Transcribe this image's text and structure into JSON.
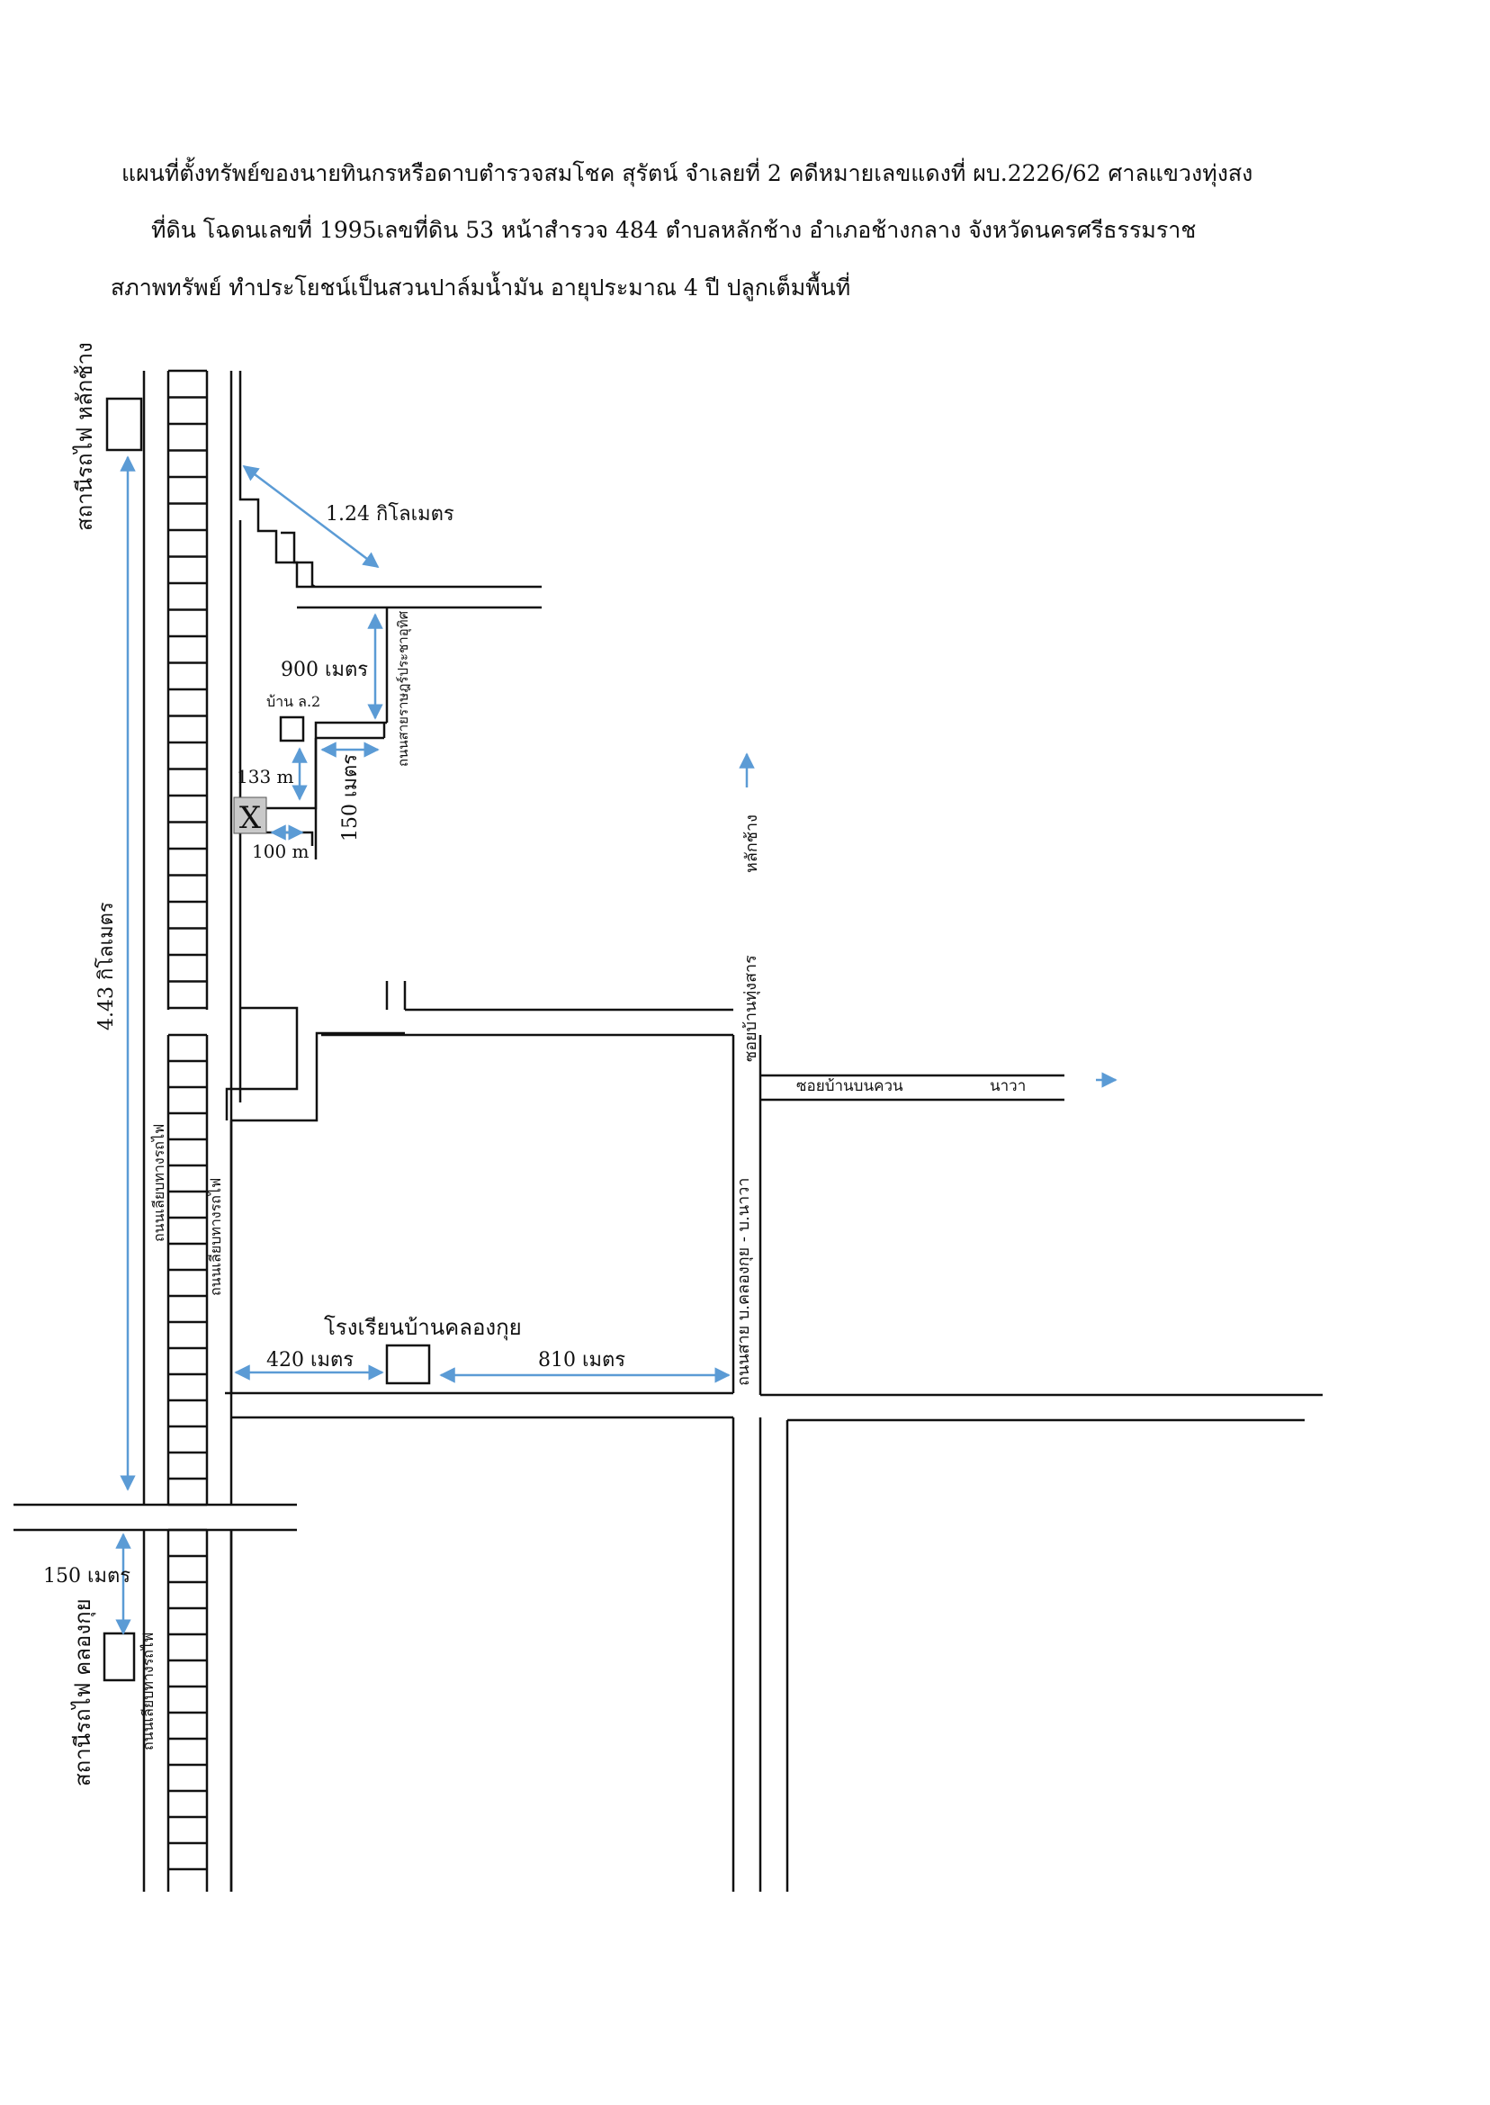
{
  "header": {
    "line1": "แผนที่ตั้งทรัพย์ของนายทินกรหรือดาบตำรวจสมโชค   สุรัตน์  จำเลยที่ 2 คดีหมายเลขแดงที่ ผบ.2226/62 ศาลแขวงทุ่งสง",
    "line2": "ที่ดิน โฉดนเลขที่ 1995เลขที่ดิน 53  หน้าสำรวจ 484  ตำบลหลักช้าง  อำเภอช้างกลาง  จังหวัดนครศรีธรรมราช",
    "line3": "สภาพทรัพย์   ทำประโยชน์เป็นสวนปาล์มน้ำมัน อายุประมาณ 4 ปี ปลูกเต็มพื้นที่"
  },
  "labels": {
    "station_lakchang": "สถานีรถไฟ หลักช้าง",
    "station_khlongkui": "สถานีรถไฟ คลองกุย",
    "dist_4_43": "4.43  กิโลเมตร",
    "dist_1_24": "1.24  กิโลเมตร",
    "dist_900": "900 เมตร",
    "ban_l2": "บ้าน ล.2",
    "road_ratburana": "ถนนสายราษฎร์ประชาอุทิศ",
    "dist_133": "133 m",
    "dist_150_road": "150 เมตร",
    "dist_100": "100 m",
    "marker": "X",
    "lakchang_dir": "หลักช้าง",
    "soi_thungsan": "ซอยบ้านทุ่งสาร",
    "soi_bonkhuan": "ซอยบ้านบนควน",
    "nawa": "นาวา",
    "road_rail_1": "ถนนเลียบทางรถไฟ",
    "road_rail_2": "ถนนเลียบทางรถไฟ",
    "road_rail_3": "ถนนเลียบทางรถไฟ",
    "road_khlongkui_nawa": "ถนนสาย บ.คลองกุย - บ.นาวา",
    "school": "โรงเรียนบ้านคลองกุย",
    "dist_420": "420 เมตร",
    "dist_810": "810 เมตร",
    "dist_150_station": "150 เมตร"
  },
  "colors": {
    "arrow": "#5b9bd5",
    "marker_bg": "#c9c9c9",
    "marker_x": "#ff2b2b"
  }
}
